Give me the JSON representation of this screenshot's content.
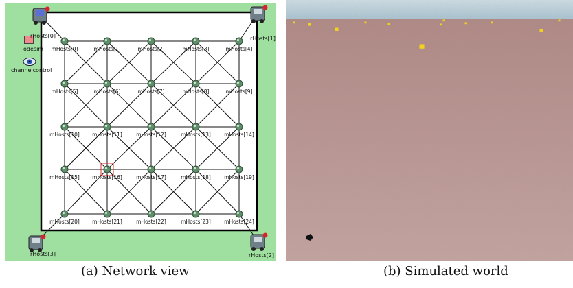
{
  "captions": {
    "a": "(a) Network view",
    "b": "(b) Simulated world"
  },
  "network": {
    "modules": [
      {
        "label": "odesim",
        "icon": "module-square-icon"
      },
      {
        "label": "channelcontrol",
        "icon": "eye-icon"
      }
    ],
    "routers": [
      {
        "label": "rHosts[0]"
      },
      {
        "label": "rHosts[1]"
      },
      {
        "label": "rHosts[2]"
      },
      {
        "label": "rHosts[3]"
      }
    ],
    "mobile_hosts": [
      "mHosts[0]",
      "mHosts[1]",
      "mHosts[2]",
      "mHosts[3]",
      "mHosts[4]",
      "mHosts[5]",
      "mHosts[6]",
      "mHosts[7]",
      "mHosts[8]",
      "mHosts[9]",
      "mHosts[10]",
      "mHosts[11]",
      "mHosts[12]",
      "mHosts[13]",
      "mHosts[14]",
      "mHosts[15]",
      "mHosts[16]",
      "mHosts[17]",
      "mHosts[18]",
      "mHosts[19]",
      "mHosts[20]",
      "mHosts[21]",
      "mHosts[22]",
      "mHosts[23]",
      "mHosts[24]"
    ],
    "selected_host": "mHosts[16]"
  },
  "colors": {
    "panel_background": "#9fdf9f",
    "arena": "#ffffff",
    "sky": "#a9c6d3",
    "ground": "#b8938f",
    "target_marker": "#f2d21f"
  }
}
